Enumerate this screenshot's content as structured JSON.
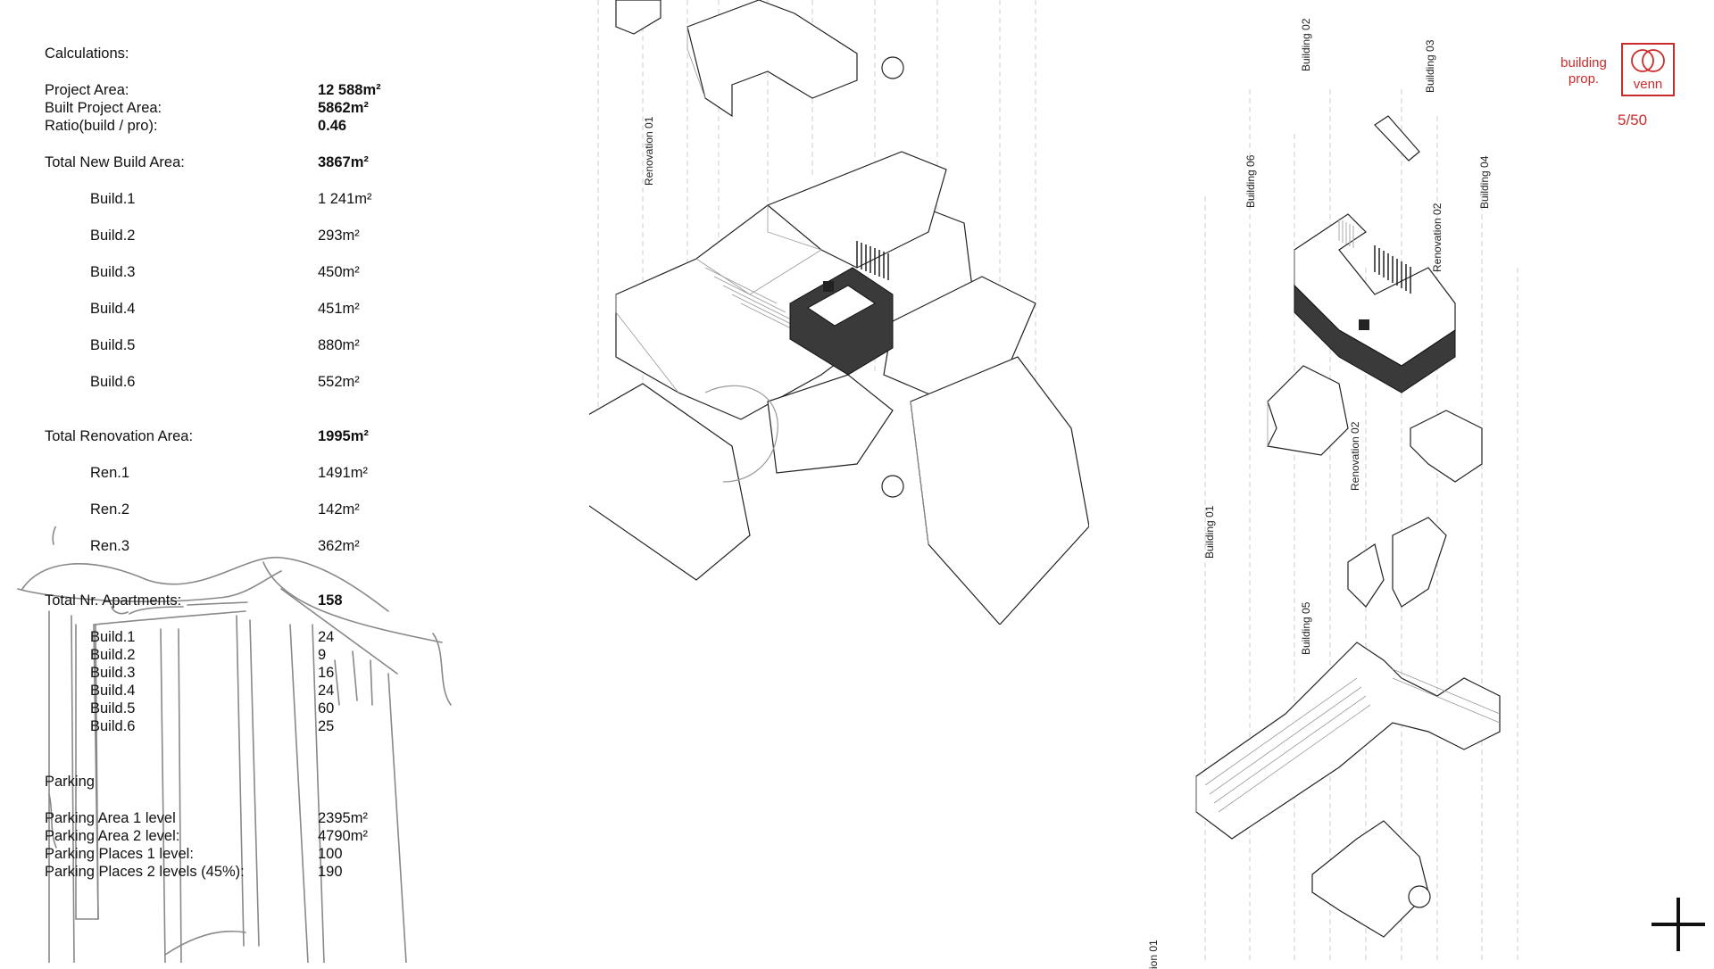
{
  "calculations": {
    "heading": "Calculations:",
    "project_area": {
      "label": "Project Area:",
      "value": "12 588m²"
    },
    "built_project_area": {
      "label": "Built Project Area:",
      "value": "5862m²"
    },
    "ratio": {
      "label": "Ratio(build / pro):",
      "value": "0.46"
    },
    "total_new_build": {
      "label": "Total New Build Area:",
      "value": "3867m²"
    },
    "builds": [
      {
        "label": "Build.1",
        "value": "1 241m²"
      },
      {
        "label": "Build.2",
        "value": "293m²"
      },
      {
        "label": "Build.3",
        "value": "450m²"
      },
      {
        "label": "Build.4",
        "value": "451m²"
      },
      {
        "label": "Build.5",
        "value": "880m²"
      },
      {
        "label": "Build.6",
        "value": "552m²"
      }
    ],
    "total_renovation": {
      "label": "Total Renovation Area:",
      "value": "1995m²"
    },
    "renovations": [
      {
        "label": "Ren.1",
        "value": "1491m²"
      },
      {
        "label": "Ren.2",
        "value": "142m²"
      },
      {
        "label": "Ren.3",
        "value": "362m²"
      }
    ],
    "total_apartments": {
      "label": "Total Nr. Apartments:",
      "value": "158"
    },
    "apartments": [
      {
        "label": "Build.1",
        "value": "24"
      },
      {
        "label": "Build.2",
        "value": "9"
      },
      {
        "label": "Build.3",
        "value": "16"
      },
      {
        "label": "Build.4",
        "value": "24"
      },
      {
        "label": "Build.5",
        "value": "60"
      },
      {
        "label": "Build.6",
        "value": "25"
      }
    ],
    "parking_heading": "Parking",
    "parking": [
      {
        "label": "Parking Area 1 level",
        "value": "2395m²"
      },
      {
        "label": "Parking Area 2 level:",
        "value": "4790m²"
      },
      {
        "label": "Parking Places 1 level:",
        "value": "100"
      },
      {
        "label": "Parking Places 2 levels (45%):",
        "value": "190"
      }
    ]
  },
  "drawing_labels": {
    "renovation_01": "Renovation 01",
    "building_01": "Building 01",
    "building_02": "Building 02",
    "building_03": "Building 03",
    "building_04": "Building 04",
    "building_05": "Building 05",
    "building_06": "Building 06",
    "renovation_02_top": "Renovation 02",
    "renovation_02_mid": "Renovation 02",
    "renovation_01_bottom": "ion 01"
  },
  "brand": {
    "text_line1": "building",
    "text_line2": "prop.",
    "box_label": "venn",
    "color": "#cc2b2b"
  },
  "page_number": "5/50",
  "icons": {
    "plus": "plus-icon",
    "logo": "venn-logo-icon"
  }
}
